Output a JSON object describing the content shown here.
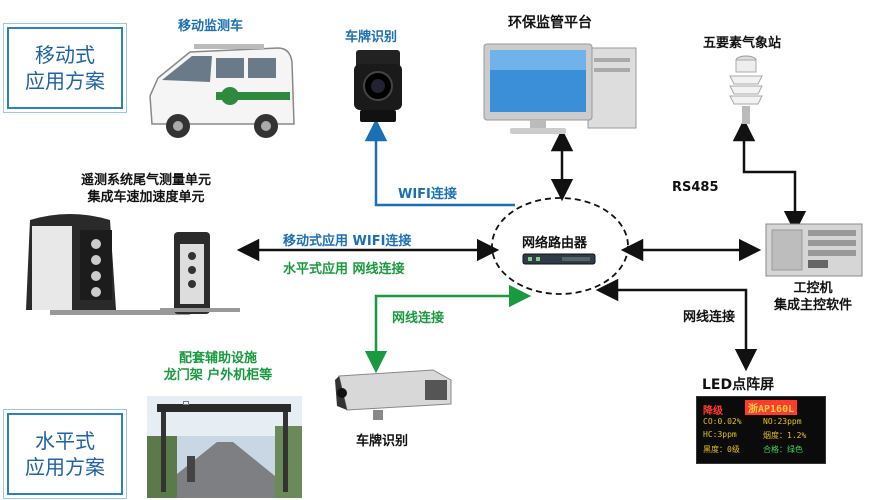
{
  "mobile_solution": {
    "line1": "移动式",
    "line2": "应用方案"
  },
  "fixed_solution": {
    "line1": "水平式",
    "line2": "应用方案"
  },
  "nodes": {
    "mobile_vehicle": "移动监测车",
    "plate_camera_top": "车牌识别",
    "env_platform": "环保监管平台",
    "weather_station": "五要素气象站",
    "exhaust_unit_line1": "遥测系统尾气测量单元",
    "exhaust_unit_line2": "集成车速加速度单元",
    "router": "网络路由器",
    "ipc_line1": "工控机",
    "ipc_line2": "集成主控软件",
    "aux_line1": "配套辅助设施",
    "aux_line2": "龙门架 户外机柜等",
    "plate_camera_bottom": "车牌识别",
    "led_screen": "LED点阵屏"
  },
  "connections": {
    "wifi": "WIFI连接",
    "rs485": "RS485",
    "mobile_wifi": "移动式应用 WIFI连接",
    "fixed_cable": "水平式应用 网线连接",
    "cable_camera": "网线连接",
    "cable_led": "网线连接"
  },
  "led_display": {
    "title": "降级",
    "plate": "浙AP160L",
    "co": "CO:0.02%",
    "no": "NO:23ppm",
    "hc": "HC:3ppm",
    "opacity": "烟度：1.2%",
    "smoke": "黑度：0级",
    "result": "合格：绿色"
  },
  "colors": {
    "blue": "#1b6fb3",
    "green": "#1a9a3f",
    "black": "#111111",
    "accent": "#2e7fbf"
  }
}
